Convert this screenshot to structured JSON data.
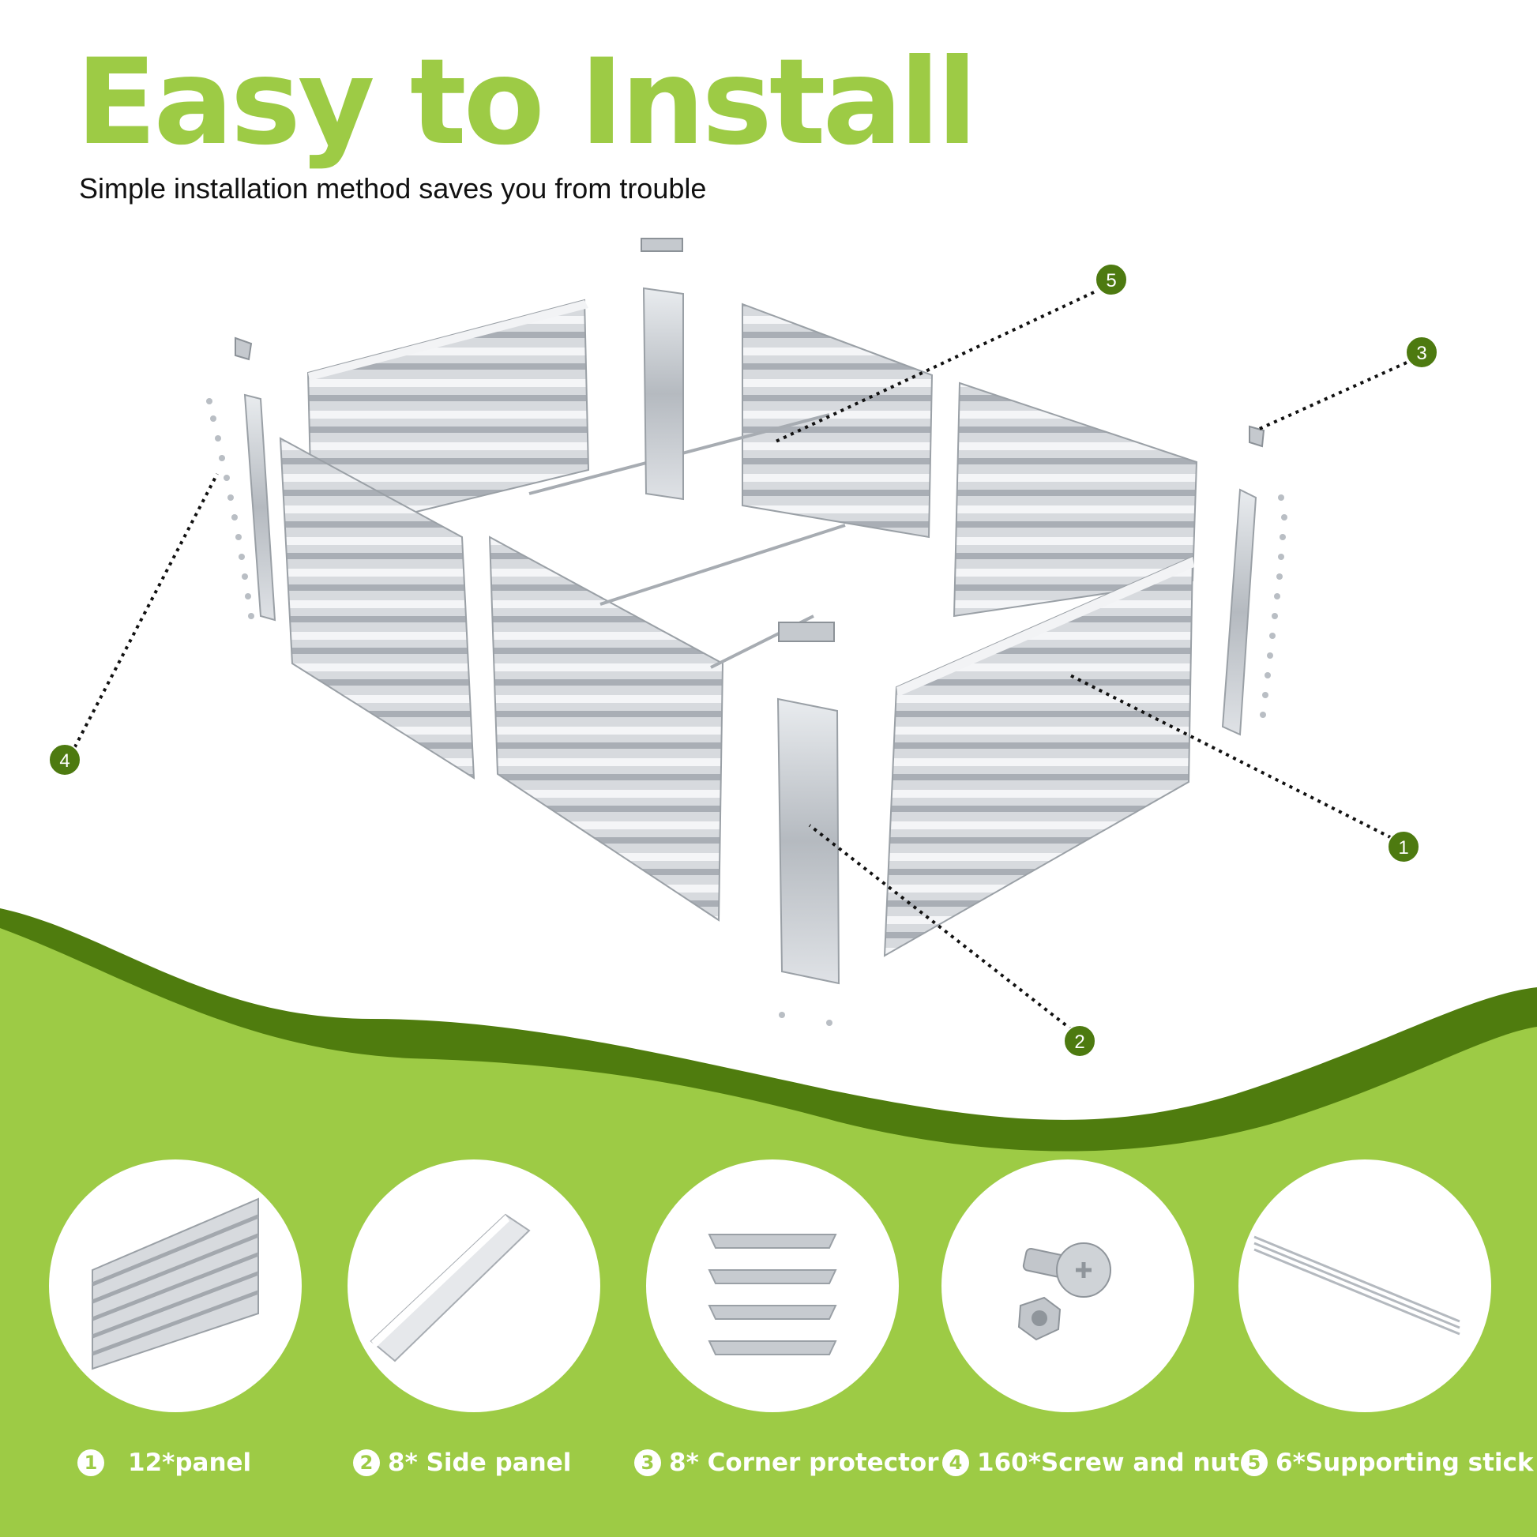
{
  "header": {
    "title": "Easy to Install",
    "subtitle": "Simple installation method saves you from trouble"
  },
  "colors": {
    "brand_green": "#9dcb45",
    "dark_green": "#4f7c0e",
    "badge_green": "#4d7a10",
    "metal": "#c8ccd1"
  },
  "callouts": [
    {
      "number": "5",
      "target": "supporting-stick"
    },
    {
      "number": "3",
      "target": "corner-protector"
    },
    {
      "number": "4",
      "target": "screw-and-nut"
    },
    {
      "number": "1",
      "target": "panel"
    },
    {
      "number": "2",
      "target": "side-panel"
    }
  ],
  "parts": [
    {
      "number": "1",
      "label": "12*panel",
      "icon": "corrugated-panel-icon"
    },
    {
      "number": "2",
      "label": "8* Side panel",
      "icon": "side-panel-icon"
    },
    {
      "number": "3",
      "label": "8* Corner protector",
      "icon": "corner-protector-icon"
    },
    {
      "number": "4",
      "label": "160*Screw and nut",
      "icon": "screw-and-nut-icon"
    },
    {
      "number": "5",
      "label": "6*Supporting stick",
      "icon": "supporting-stick-icon"
    }
  ]
}
